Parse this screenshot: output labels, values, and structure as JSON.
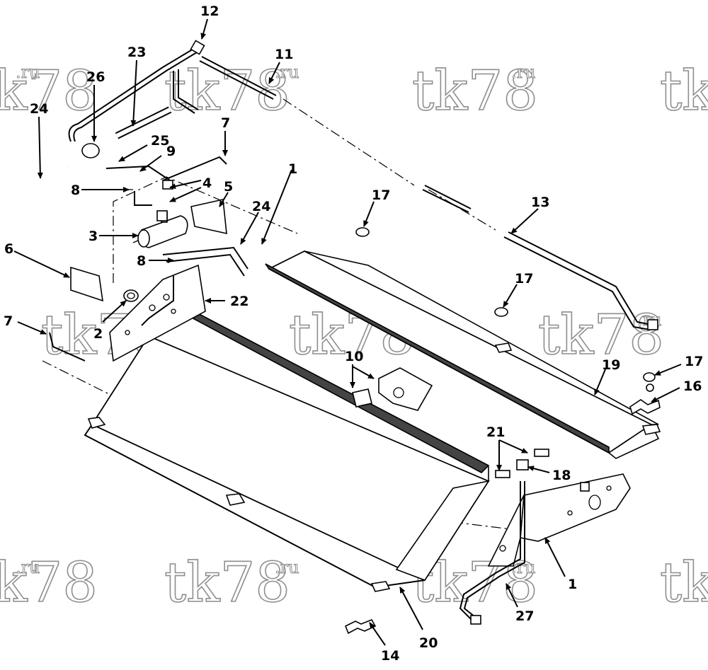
{
  "watermark": {
    "text": "tk78",
    "suffix": ".ru"
  },
  "callouts": [
    "1",
    "1",
    "2",
    "3",
    "4",
    "5",
    "6",
    "7",
    "7",
    "8",
    "8",
    "9",
    "10",
    "11",
    "12",
    "13",
    "14",
    "16",
    "17",
    "17",
    "17",
    "18",
    "19",
    "20",
    "21",
    "22",
    "23",
    "24",
    "24",
    "25",
    "26",
    "27"
  ],
  "colors": {
    "ink": "#000000",
    "watermark": "#8e8e8e",
    "paper": "#ffffff"
  }
}
